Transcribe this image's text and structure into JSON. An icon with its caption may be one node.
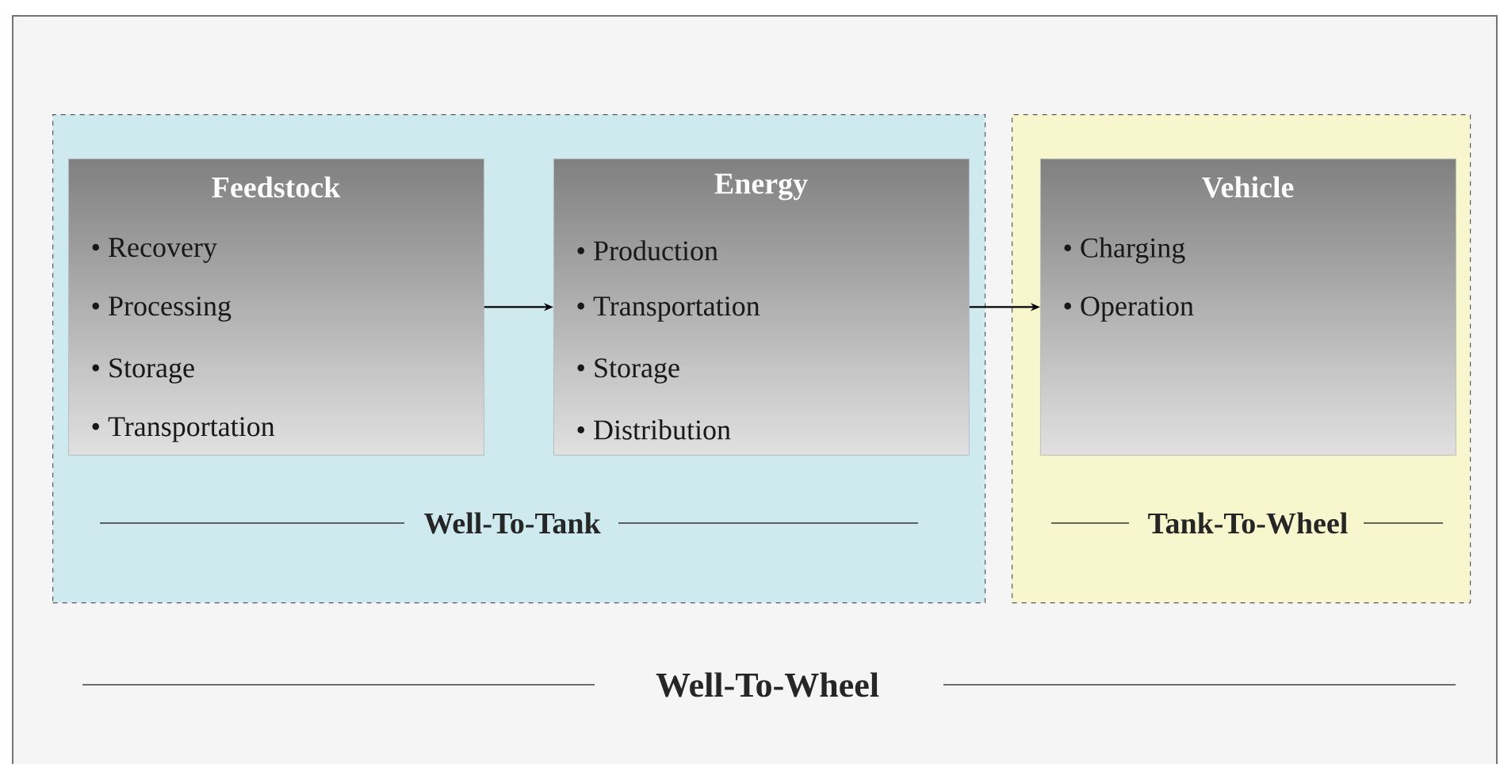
{
  "diagram": {
    "nodes": [
      {
        "text": [
          "Well-To-Tank"
        ]
      },
      {
        "text": [
          "Feedstock",
          "• Recovery",
          "• Processing",
          "• Storage",
          "• Transportation"
        ],
        "in": 0
      },
      {
        "text": [
          "Energy",
          "• Production",
          "• Transportation",
          "• Storage",
          "• Distribution"
        ],
        "in": 0
      },
      {
        "text": [
          "Tank-To-Wheel"
        ]
      },
      {
        "text": [
          "Vehicle",
          "• Charging",
          "• Operation"
        ],
        "in": 3
      }
    ],
    "edges": [
      {
        "from": 1,
        "to": 2,
        "arrow": "to"
      },
      {
        "from": 2,
        "to": 4,
        "arrow": "to"
      }
    ],
    "labels": [
      "Well-To-Wheel"
    ]
  }
}
